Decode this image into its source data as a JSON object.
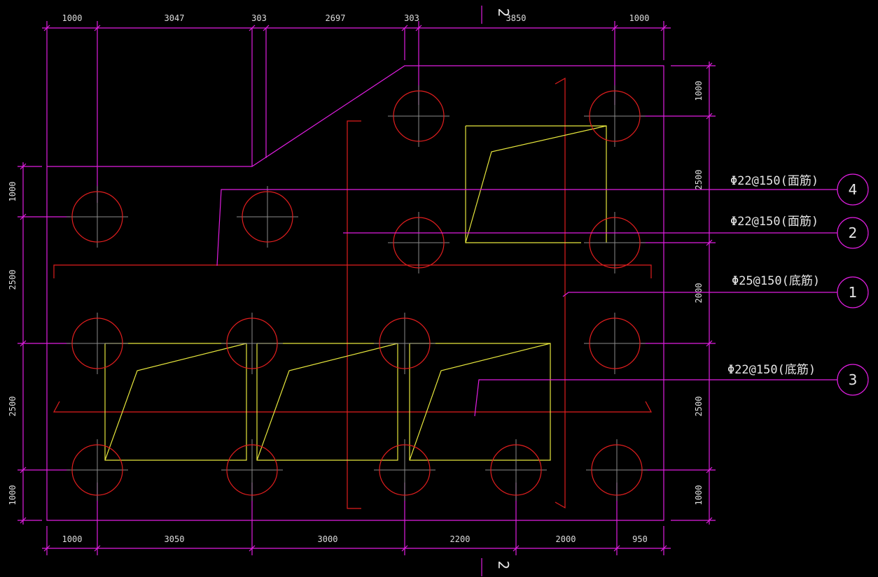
{
  "dims": {
    "top": [
      "1000",
      "3047",
      "303",
      "2697",
      "303",
      "3850",
      "1000"
    ],
    "bottom": [
      "1000",
      "3050",
      "3000",
      "2200",
      "2000",
      "950"
    ],
    "left": [
      "1000",
      "2500",
      "2500",
      "1000"
    ],
    "right": [
      "1000",
      "2500",
      "2000",
      "2500",
      "1000"
    ]
  },
  "section_mark": "2",
  "rebar_labels": [
    {
      "number": "4",
      "text": "Φ22@150(面筋)"
    },
    {
      "number": "2",
      "text": "Φ22@150(面筋)"
    },
    {
      "number": "1",
      "text": "Φ25@150(底筋)"
    },
    {
      "number": "3",
      "text": "Φ22@150(底筋)"
    }
  ],
  "colors": {
    "outline": "#e01ee0",
    "pile": "#e01e1e",
    "rebar": "#e01e1e",
    "shape": "#e6e63c",
    "crosshair": "#8a8a8a"
  }
}
